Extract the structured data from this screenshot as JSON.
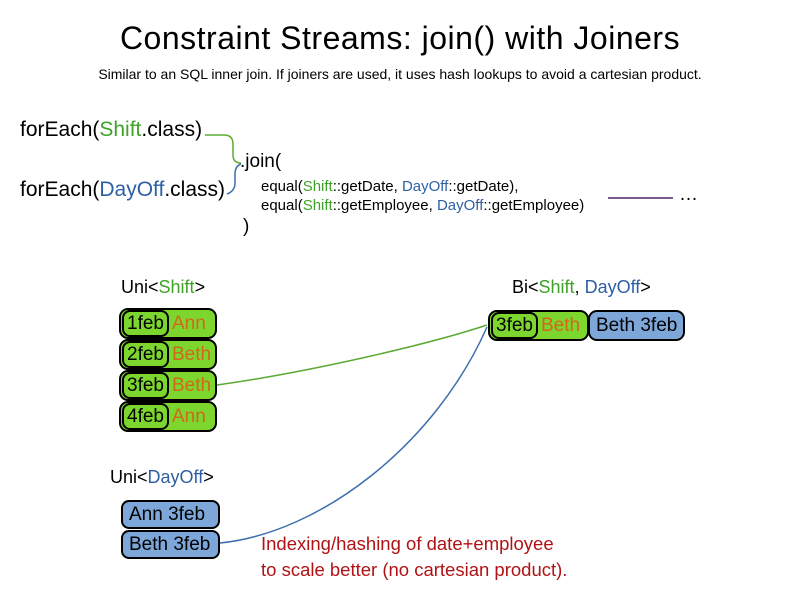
{
  "slide": {
    "title": "Constraint Streams: join() with Joiners",
    "subtitle": "Similar to an SQL inner join. If joiners are used, it uses hash lookups to avoid a cartesian product."
  },
  "code": {
    "foreach_shift": {
      "prefix": "forEach(",
      "class_name": "Shift",
      "suffix": ".class)"
    },
    "foreach_dayoff": {
      "prefix": "forEach(",
      "class_name": "DayOff",
      "suffix": ".class)"
    },
    "join_open": ".join(",
    "join_close": ")",
    "joiner1": {
      "fn": "equal(",
      "arg1_class": "Shift",
      "arg1_rest": "::getDate, ",
      "arg2_class": "DayOff",
      "arg2_rest": "::getDate),"
    },
    "joiner2": {
      "fn": "equal(",
      "arg1_class": "Shift",
      "arg1_rest": "::getEmployee, ",
      "arg2_class": "DayOff",
      "arg2_rest": "::getEmployee)"
    },
    "ellipsis": "…"
  },
  "uni_shift": {
    "label": {
      "prefix": "Uni<",
      "type": "Shift",
      "suffix": ">"
    },
    "rows": [
      {
        "date": "1feb",
        "employee": "Ann"
      },
      {
        "date": "2feb",
        "employee": "Beth"
      },
      {
        "date": "3feb",
        "employee": "Beth"
      },
      {
        "date": "4feb",
        "employee": "Ann"
      }
    ]
  },
  "uni_dayoff": {
    "label": {
      "prefix": "Uni<",
      "type": "DayOff",
      "suffix": ">"
    },
    "rows": [
      {
        "text": "Ann 3feb"
      },
      {
        "text": "Beth 3feb"
      }
    ]
  },
  "bi": {
    "label": {
      "prefix": "Bi<",
      "type1": "Shift",
      "sep": ", ",
      "type2": "DayOff",
      "suffix": ">"
    },
    "row": {
      "date": "3feb",
      "employee": "Beth",
      "dayoff": "Beth 3feb"
    }
  },
  "note": {
    "line1": "Indexing/hashing of date+employee",
    "line2": "to scale better (no cartesian product)."
  },
  "colors": {
    "shift_green": "#3fa228",
    "dayoff_blue": "#2e5fa5",
    "box_green": "#7dd62e",
    "box_blue": "#7da7d9",
    "employee_orange": "#d2671c",
    "note_red": "#b01215",
    "line_green": "#5ca934",
    "line_blue": "#3d6fae",
    "joiner_line_purple": "#7e5a8a"
  }
}
